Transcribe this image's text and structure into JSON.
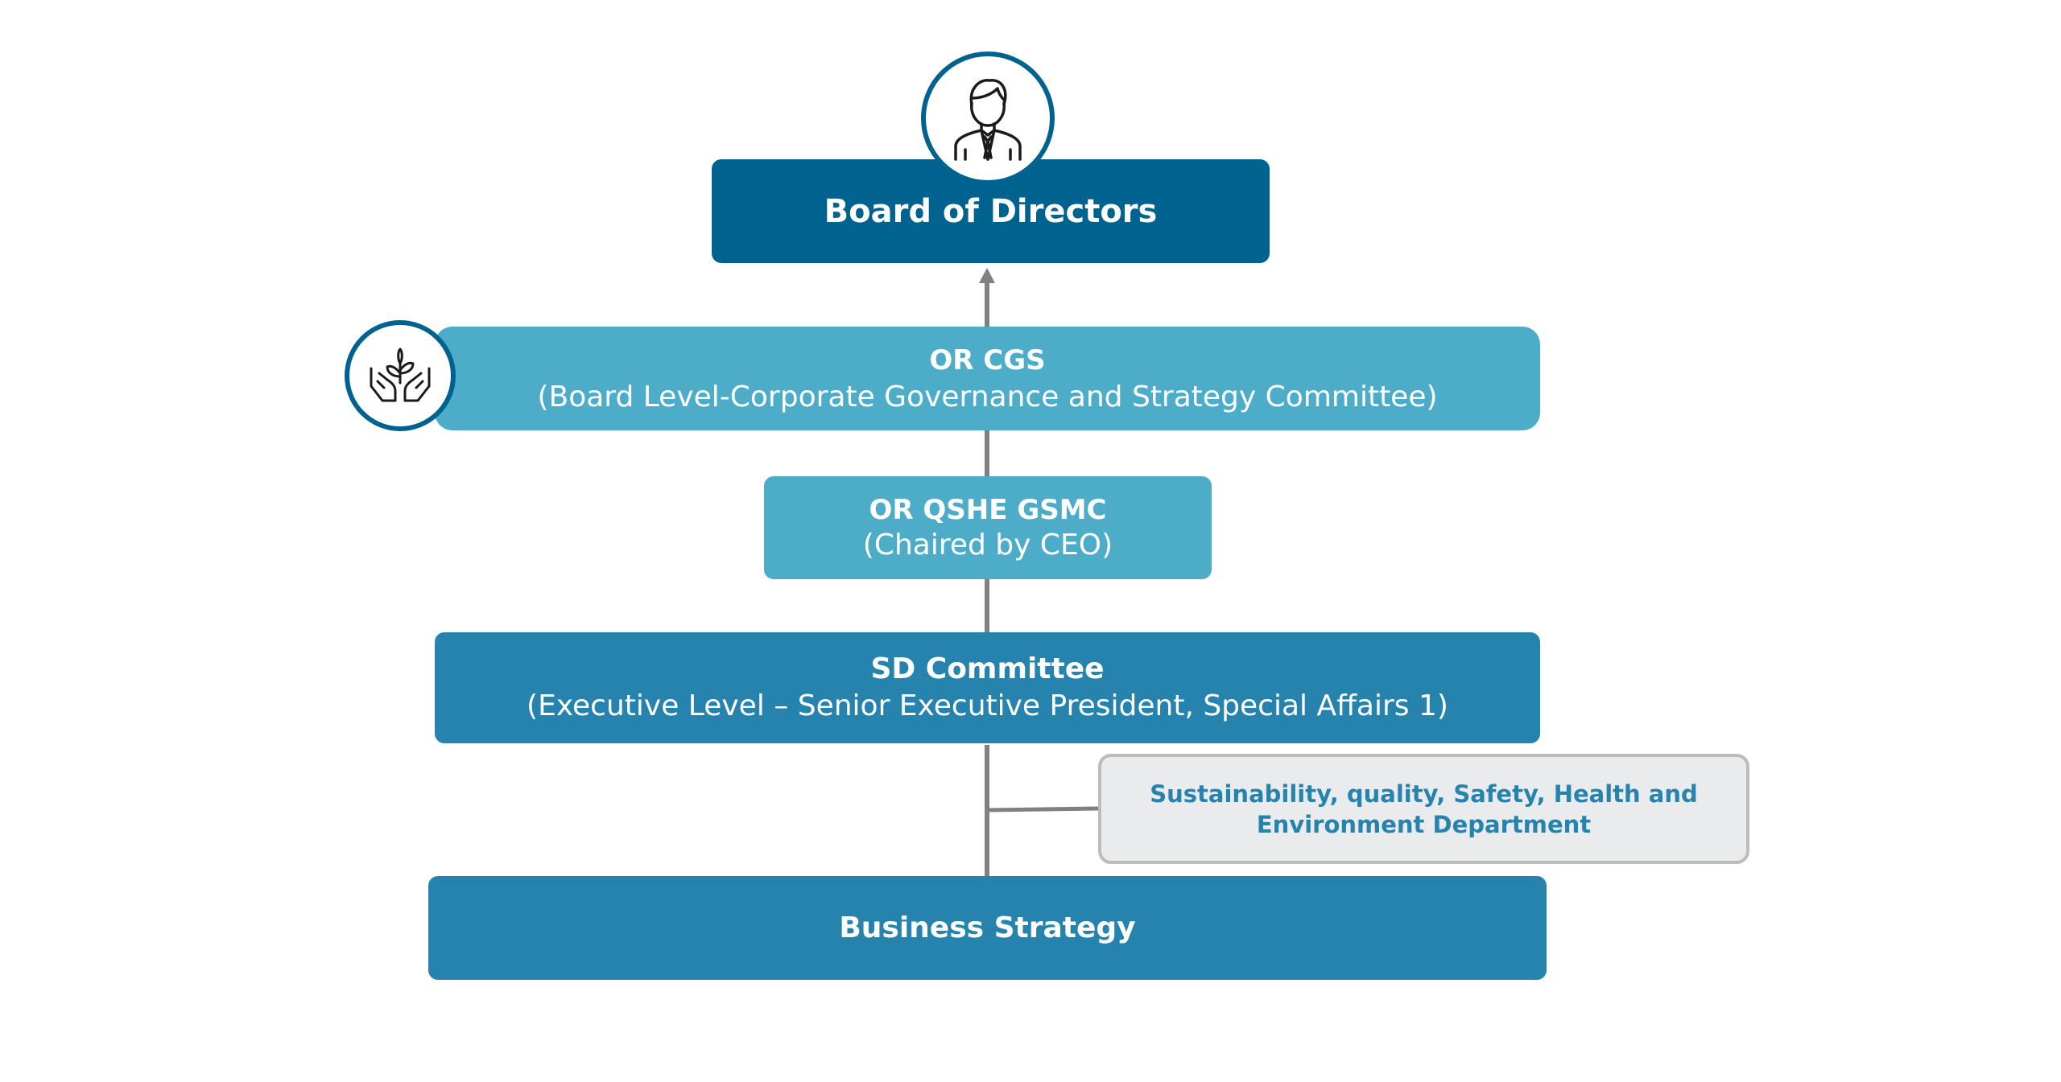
{
  "diagram": {
    "board": {
      "title": "Board of Directors",
      "icon": "director-icon"
    },
    "cgs": {
      "title": "OR CGS",
      "subtitle": "(Board Level-Corporate Governance and Strategy Committee)",
      "icon": "plant-hands-icon"
    },
    "qshe_gsmc": {
      "title": "OR QSHE GSMC",
      "subtitle": "(Chaired by CEO)"
    },
    "sd_committee": {
      "title": "SD Committee",
      "subtitle": "(Executive Level – Senior Executive President, Special Affairs 1)"
    },
    "department": {
      "line1": "Sustainability, quality, Safety, Health and",
      "line2": "Environment Department"
    },
    "business_strategy": {
      "title": "Business Strategy"
    }
  },
  "colors": {
    "dark_blue": "#00628f",
    "light_blue": "#4dadc8",
    "mid_blue": "#2583ae",
    "grey_box": "#e9ebec",
    "connector": "#808080"
  }
}
